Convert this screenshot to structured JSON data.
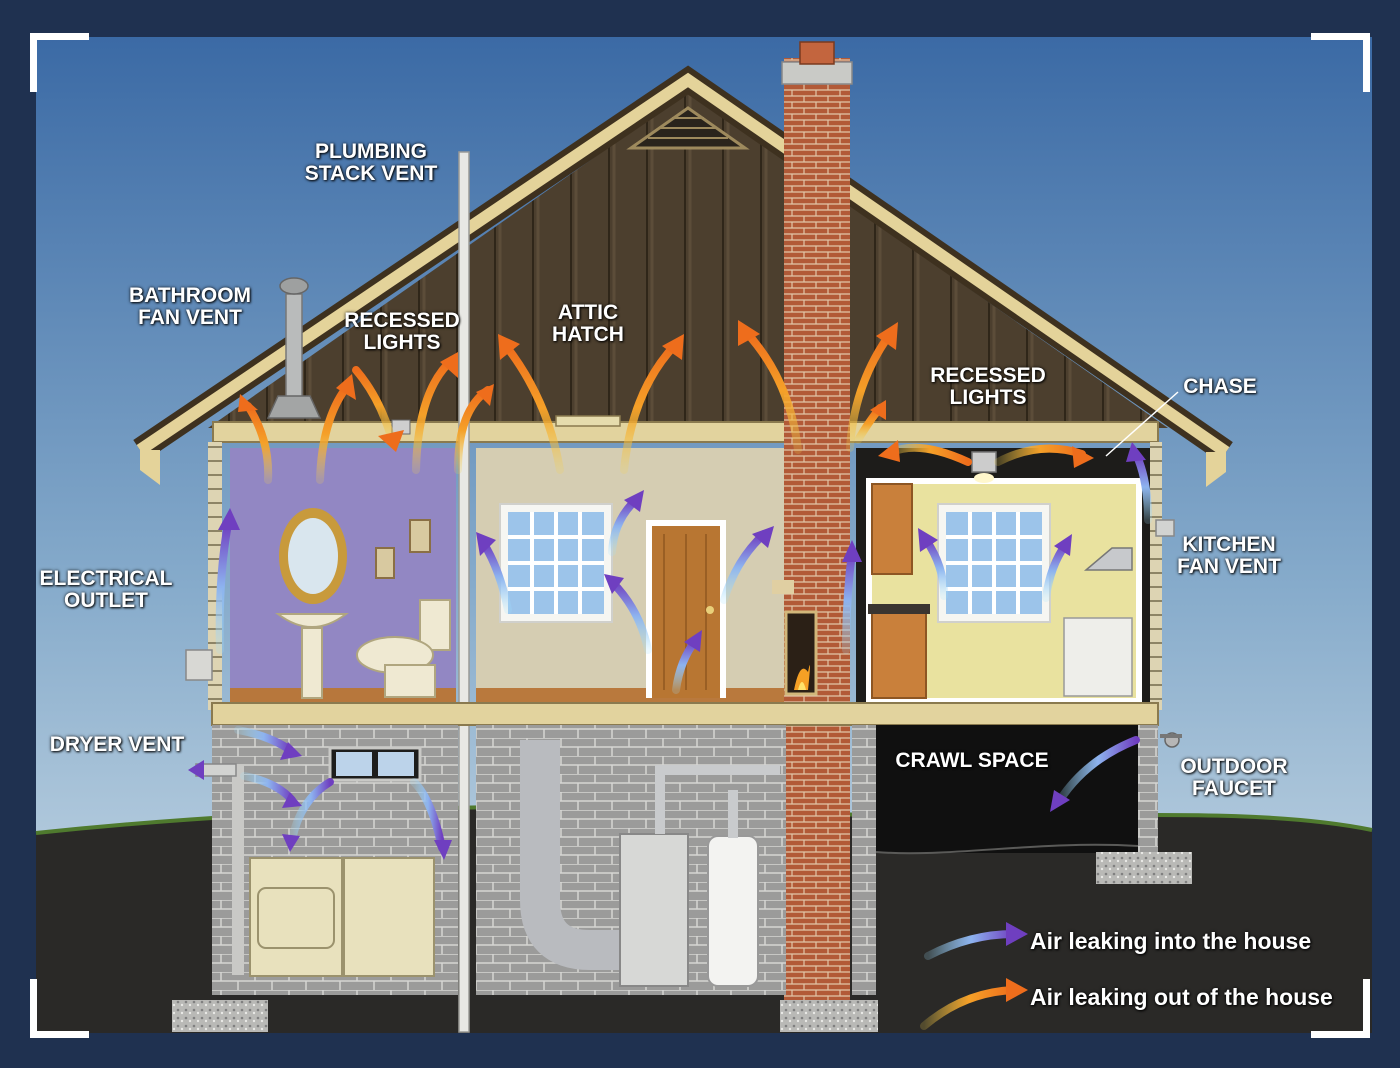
{
  "labels": {
    "plumbing_stack_vent": [
      "PLUMBING",
      "STACK VENT"
    ],
    "bathroom_fan_vent": [
      "BATHROOM",
      "FAN VENT"
    ],
    "recessed_lights_left": [
      "RECESSED",
      "LIGHTS"
    ],
    "attic_hatch": [
      "ATTIC",
      "HATCH"
    ],
    "recessed_lights_right": [
      "RECESSED",
      "LIGHTS"
    ],
    "chase": [
      "CHASE"
    ],
    "electrical_outlet": [
      "ELECTRICAL",
      "OUTLET"
    ],
    "kitchen_fan_vent": [
      "KITCHEN",
      "FAN VENT"
    ],
    "dryer_vent": [
      "DRYER VENT"
    ],
    "crawl_space": [
      "CRAWL SPACE"
    ],
    "outdoor_faucet": [
      "OUTDOOR",
      "FAUCET"
    ]
  },
  "legend": {
    "into": "Air leaking into the house",
    "out": "Air leaking out of the house"
  },
  "colors": {
    "sky_top": "#3b6aa5",
    "sky_bottom": "#c7d9e6",
    "ground": "#262524",
    "roof_interior": "#4b3e2f",
    "trim": "#e8d9a3",
    "bathroom_wall": "#8f83bf",
    "living_wall": "#d4ccb0",
    "kitchen_wall": "#e8e3a3",
    "brick": "#b5603c",
    "air_in": "#7b4cc4",
    "air_out": "#f08a24",
    "frame": "#1f3150",
    "corner_marks": "#ffffff"
  }
}
